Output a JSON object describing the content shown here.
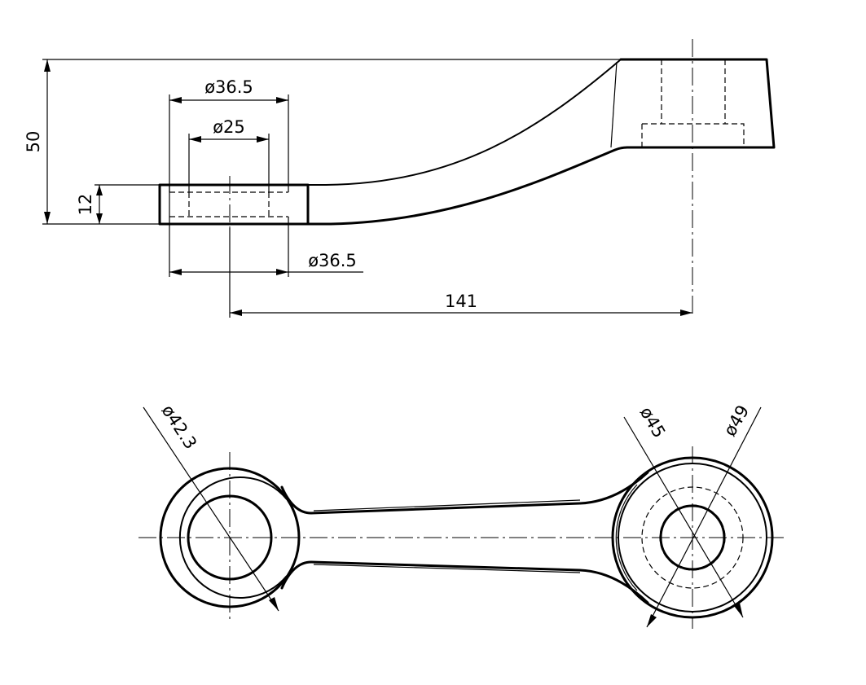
{
  "dimensions": {
    "height_total": "50",
    "thickness": "12",
    "top_diameter_outer": "ø36.5",
    "top_diameter_inner": "ø25",
    "bottom_diameter": "ø36.5",
    "center_distance": "141",
    "left_boss_diameter": "ø42.3",
    "right_boss_inner_diameter": "ø45",
    "right_boss_outer_diameter": "ø49"
  }
}
